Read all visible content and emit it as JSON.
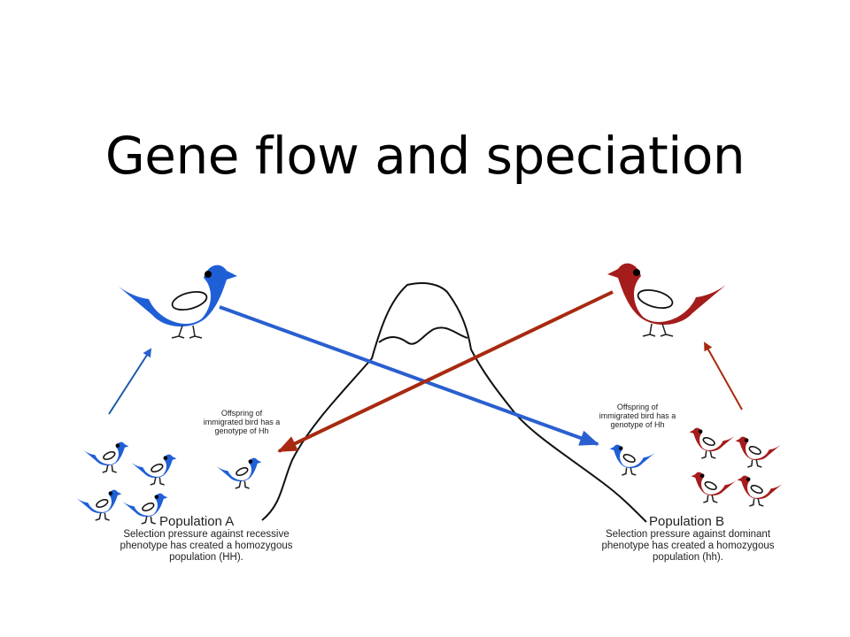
{
  "title": "Gene flow and speciation",
  "colors": {
    "blue_bird": "#1f5fd6",
    "red_bird": "#a51c1c",
    "blue_arrow": "#2a5fd0",
    "red_arrow": "#a82a10"
  },
  "left": {
    "offspring_note": "Offspring of immigrated bird has a genotype of Hh",
    "population_name": "Population A",
    "population_desc": "Selection pressure against recessive phenotype has created a homozygous population (HH)."
  },
  "right": {
    "offspring_note": "Offspring of immigrated bird has a genotype of Hh",
    "population_name": "Population B",
    "population_desc": "Selection pressure against dominant phenotype has created a homozygous population (hh)."
  }
}
